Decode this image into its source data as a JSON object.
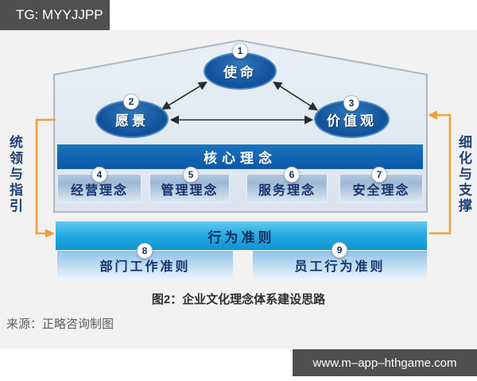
{
  "page": {
    "top_left_badge": "TG: MYYJJPP",
    "bottom_right_badge": "www.m–app–hthgame.com",
    "caption": "图2：企业文化理念体系建设思路",
    "source": "来源：正略咨询制图"
  },
  "diagram": {
    "mission": {
      "num": "1",
      "label": "使命"
    },
    "vision": {
      "num": "2",
      "label": "愿景"
    },
    "values": {
      "num": "3",
      "label": "价值观"
    },
    "core_bar": "核心理念",
    "concept_bars": [
      {
        "num": "4",
        "label": "经营理念"
      },
      {
        "num": "5",
        "label": "管理理念"
      },
      {
        "num": "6",
        "label": "服务理念"
      },
      {
        "num": "7",
        "label": "安全理念"
      }
    ],
    "conduct_bar": "行为准则",
    "sub_bars": [
      {
        "num": "8",
        "label": "部门工作准则"
      },
      {
        "num": "9",
        "label": "员工行为准则"
      }
    ],
    "left_side_label": "统领与指引",
    "right_side_label": "细化与支撑"
  },
  "colors": {
    "badge_bg": "#4f4f4f",
    "panel_bg": "#f2f2f2",
    "house_fill": "#e2eaf2",
    "ellipse_blue": "#12549c",
    "core_bar_blue": "#0d57a4",
    "conduct_cyan": "#2aabe2",
    "light_bar_blue": "#9db8d6",
    "accent_orange": "#eda13a",
    "navy_text": "#16316b"
  }
}
